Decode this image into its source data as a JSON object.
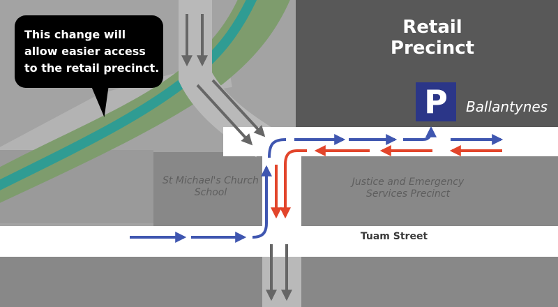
{
  "callout": {
    "text": "This change will allow easier access to the retail precinct."
  },
  "areas": {
    "retail": "Retail Precinct",
    "school": "St Michael's Church School",
    "justice": "Justice and Emergency Services Precinct"
  },
  "streets": {
    "tuam": "Tuam Street"
  },
  "parking": {
    "symbol": "P",
    "name": "Ballantynes"
  },
  "colors": {
    "background": "#a3a3a3",
    "road": "#ffffff",
    "block": "#888888",
    "retail_block": "#585858",
    "park": "#7e9c6d",
    "river": "#2f9c93",
    "parking_sign": "#2b3688",
    "traffic_in": "#3f56b0",
    "traffic_out": "#e2452b",
    "existing_flow": "#666666"
  }
}
